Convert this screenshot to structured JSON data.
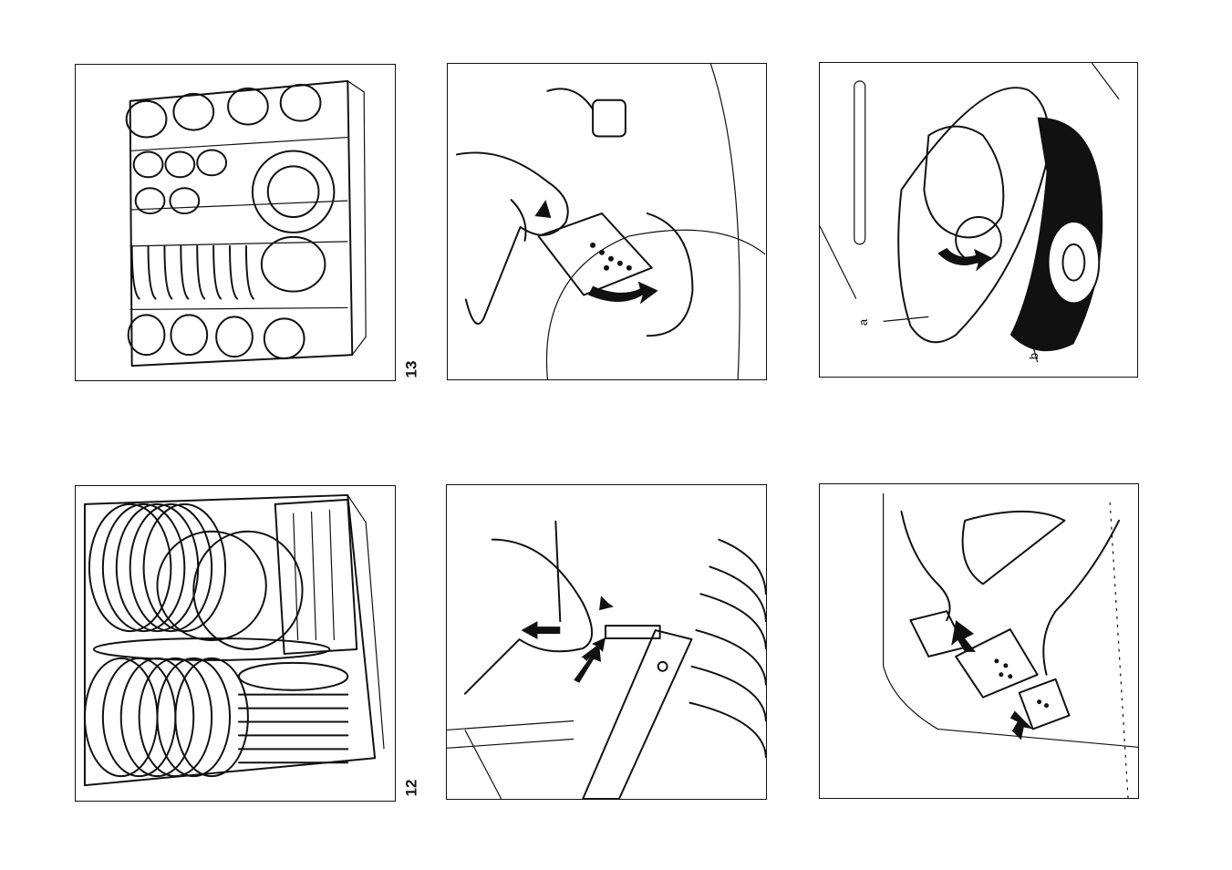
{
  "figures": {
    "figure_13_number": "13",
    "figure_12_number": "12",
    "callout_a": "a",
    "callout_b": "b"
  },
  "illustrations": [
    {
      "id": "upper-basket",
      "icon": "upper-basket-cups-glasses-illustration"
    },
    {
      "id": "filter-removal",
      "icon": "filter-twist-removal-illustration"
    },
    {
      "id": "spray-arm-plate",
      "icon": "filter-plate-removal-illustration"
    },
    {
      "id": "lower-basket",
      "icon": "lower-basket-plates-illustration"
    },
    {
      "id": "rail-stop",
      "icon": "basket-rail-stop-illustration"
    },
    {
      "id": "filter-cleaning",
      "icon": "filter-separation-cleaning-illustration"
    }
  ]
}
